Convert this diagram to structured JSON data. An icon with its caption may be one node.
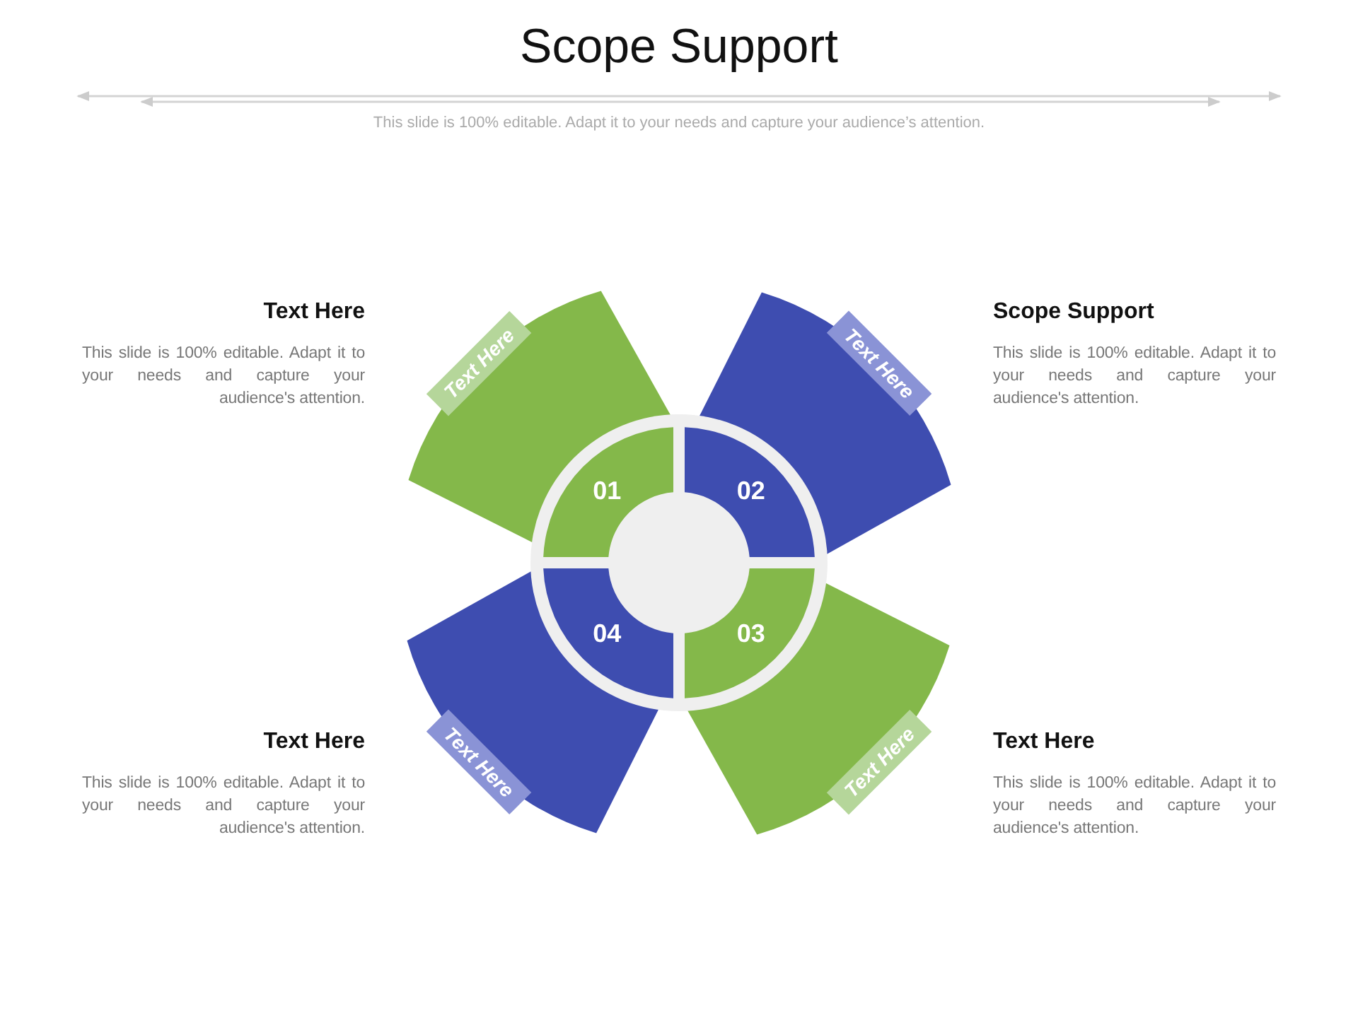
{
  "diagram": {
    "title": "Scope Support",
    "caption": "This slide is 100% editable. Adapt it to your needs and capture your audience’s attention.",
    "nodes": [
      {
        "text": [
          "Text Here"
        ]
      },
      {
        "text": [
          "Text Here"
        ]
      },
      {
        "text": [
          "Text Here"
        ]
      },
      {
        "text": [
          "Text Here"
        ]
      },
      {
        "text": [
          "01"
        ]
      },
      {
        "text": [
          "02"
        ]
      },
      {
        "text": [
          "03"
        ]
      },
      {
        "text": [
          "04"
        ]
      }
    ],
    "labels": [
      "Text Here",
      "This slide is 100% editable. Adapt it to your needs and capture your audience's attention.",
      "Scope Support",
      "This slide is 100% editable. Adapt it to your needs and capture your audience's attention.",
      "Text Here",
      "This slide is 100% editable. Adapt it to your needs and capture your audience's attention.",
      "Text Here",
      "This slide is 100% editable. Adapt it to your needs and capture your audience's attention."
    ]
  }
}
